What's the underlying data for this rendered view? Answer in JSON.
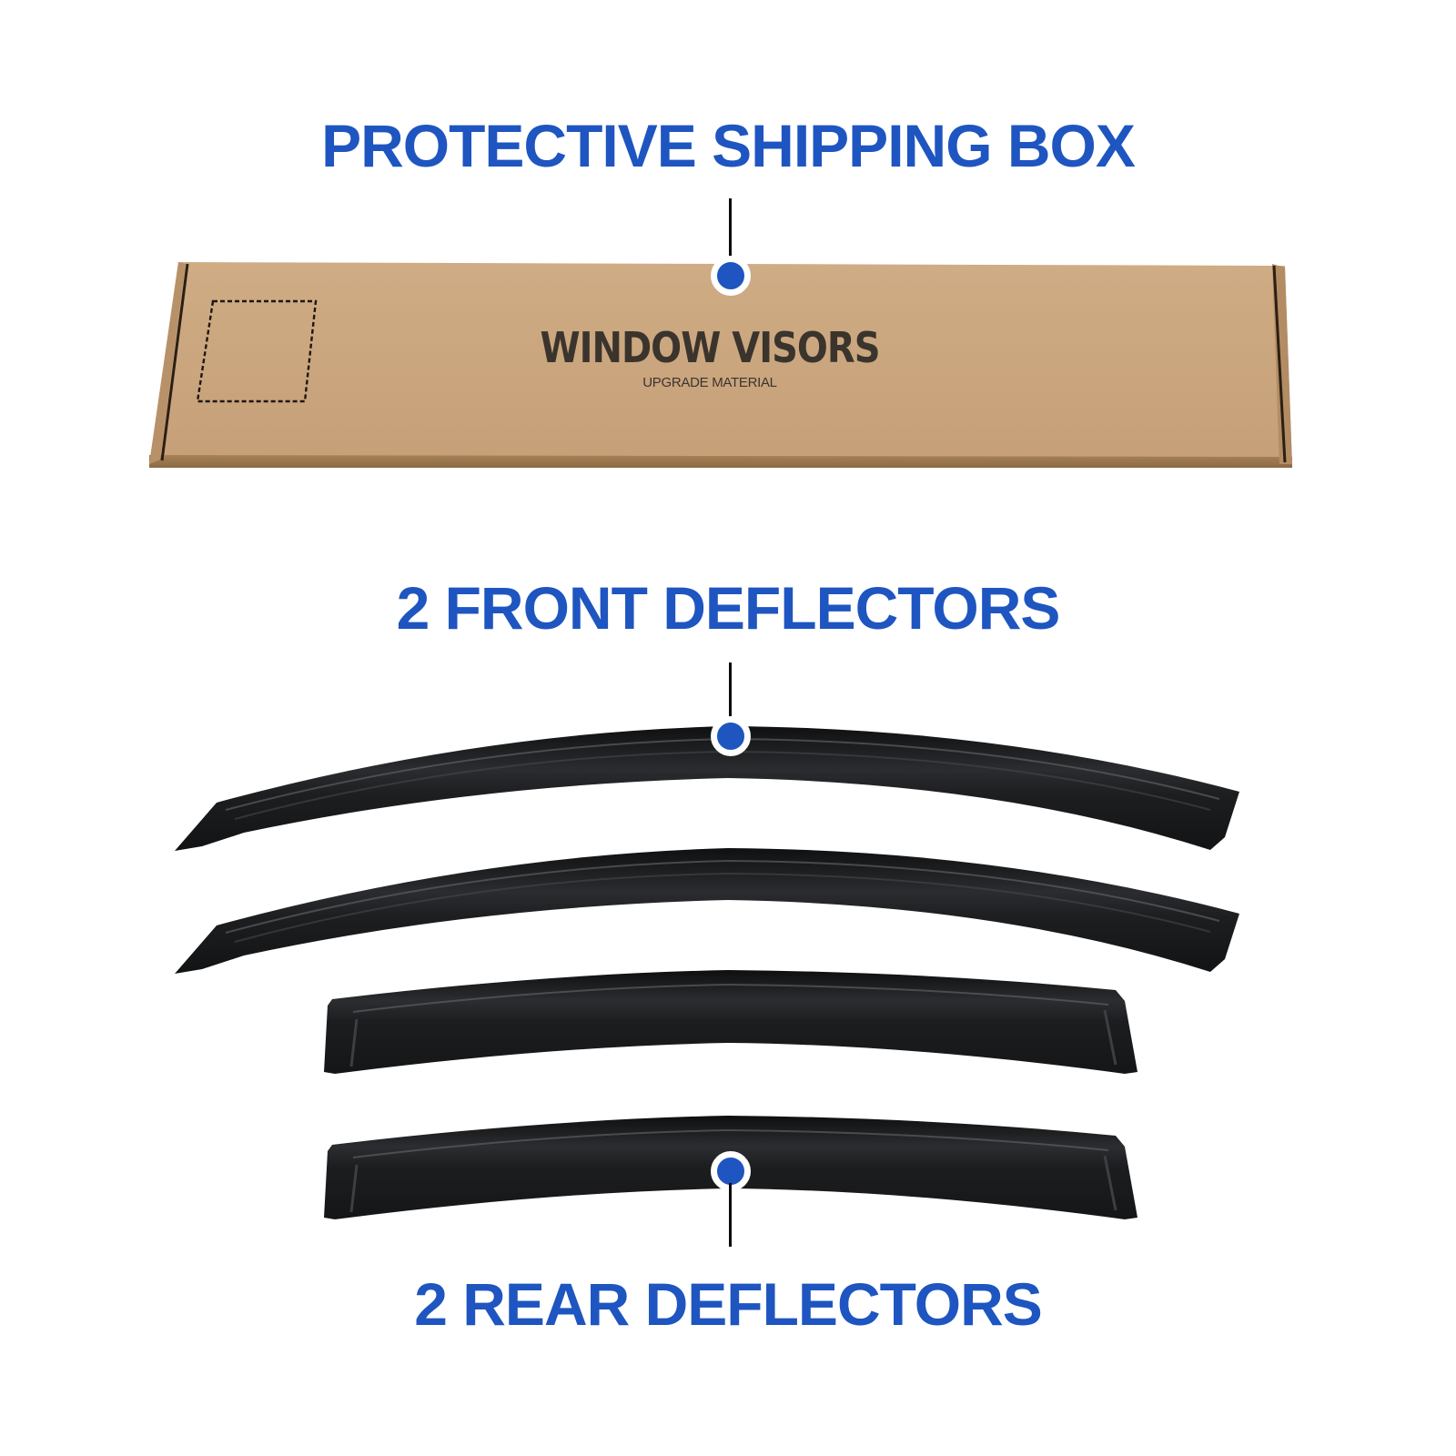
{
  "labels": {
    "box": "PROTECTIVE SHIPPING BOX",
    "front": "2 FRONT DEFLECTORS",
    "rear": "2 REAR DEFLECTORS"
  },
  "box": {
    "brand": "WINDOW VISORS",
    "subtitle": "UPGRADE MATERIAL"
  },
  "colors": {
    "accent_blue": "#1e55c0",
    "cardboard": "#c9a67e",
    "deflector": "#1b1c1e",
    "connector_line": "#0c0c0c"
  },
  "components": [
    {
      "name": "shipping-box",
      "count": 1
    },
    {
      "name": "front-deflector",
      "count": 2
    },
    {
      "name": "rear-deflector",
      "count": 2
    }
  ]
}
